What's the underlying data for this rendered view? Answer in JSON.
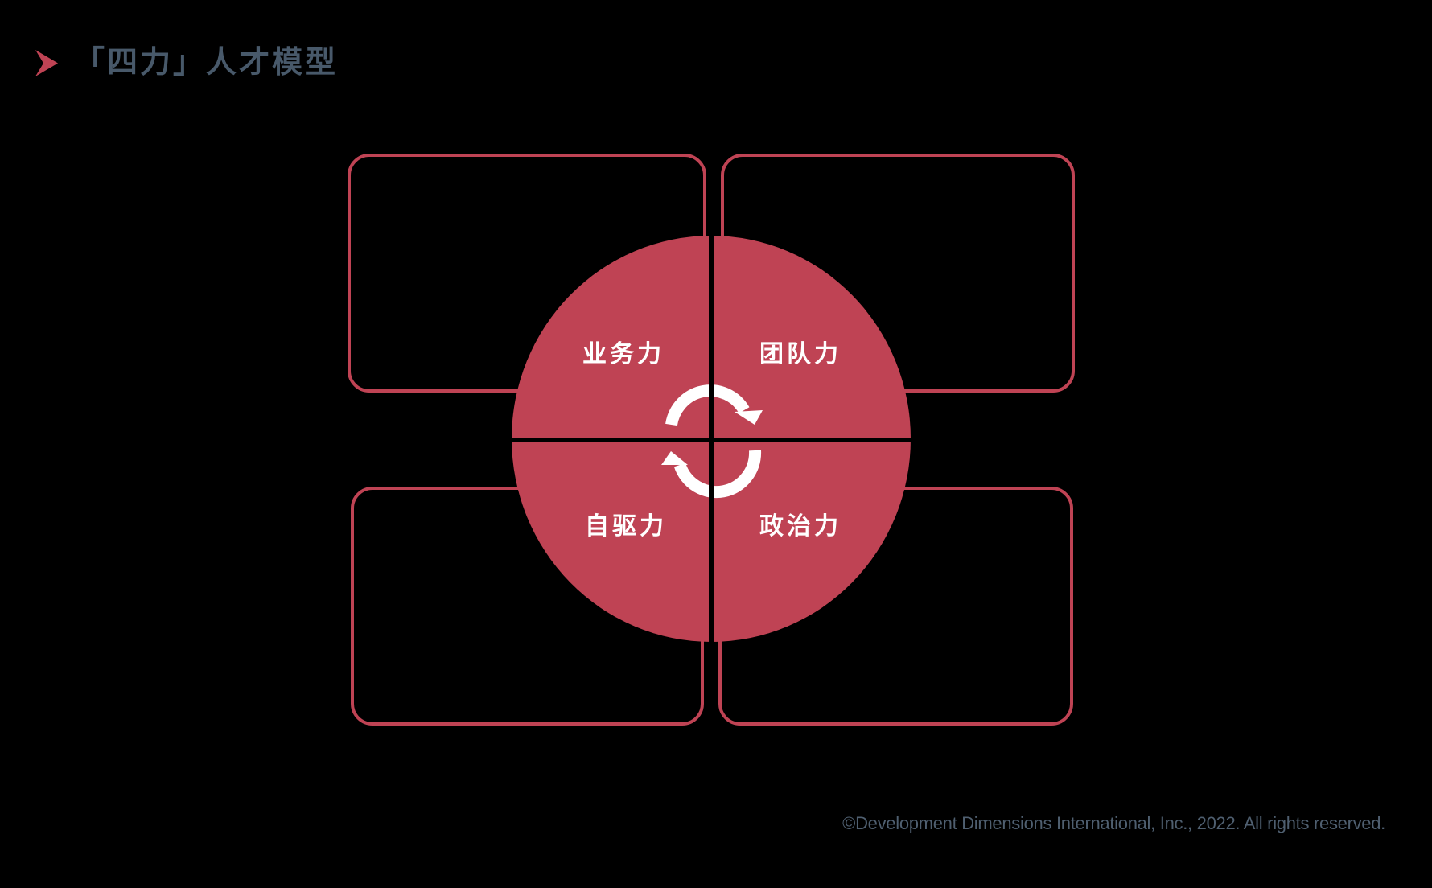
{
  "header": {
    "marker_icon": "chevron-right-icon",
    "title": "「四力」人才模型"
  },
  "diagram": {
    "center_icon": "cycle-arrows-icon",
    "quadrants": [
      {
        "position": "top-left",
        "label": "业务力"
      },
      {
        "position": "top-right",
        "label": "团队力"
      },
      {
        "position": "bottom-left",
        "label": "自驱力"
      },
      {
        "position": "bottom-right",
        "label": "政治力"
      }
    ],
    "boxes": [
      {
        "position": "top-left",
        "content": ""
      },
      {
        "position": "top-right",
        "content": ""
      },
      {
        "position": "bottom-left",
        "content": ""
      },
      {
        "position": "bottom-right",
        "content": ""
      }
    ]
  },
  "footer": {
    "copyright": "©Development Dimensions International, Inc., 2022. All rights reserved."
  },
  "colors": {
    "background": "#000000",
    "accent_red": "#bf4354",
    "title_text": "#48596a",
    "label_text": "#ffffff",
    "footer_text": "#4f5f70"
  }
}
